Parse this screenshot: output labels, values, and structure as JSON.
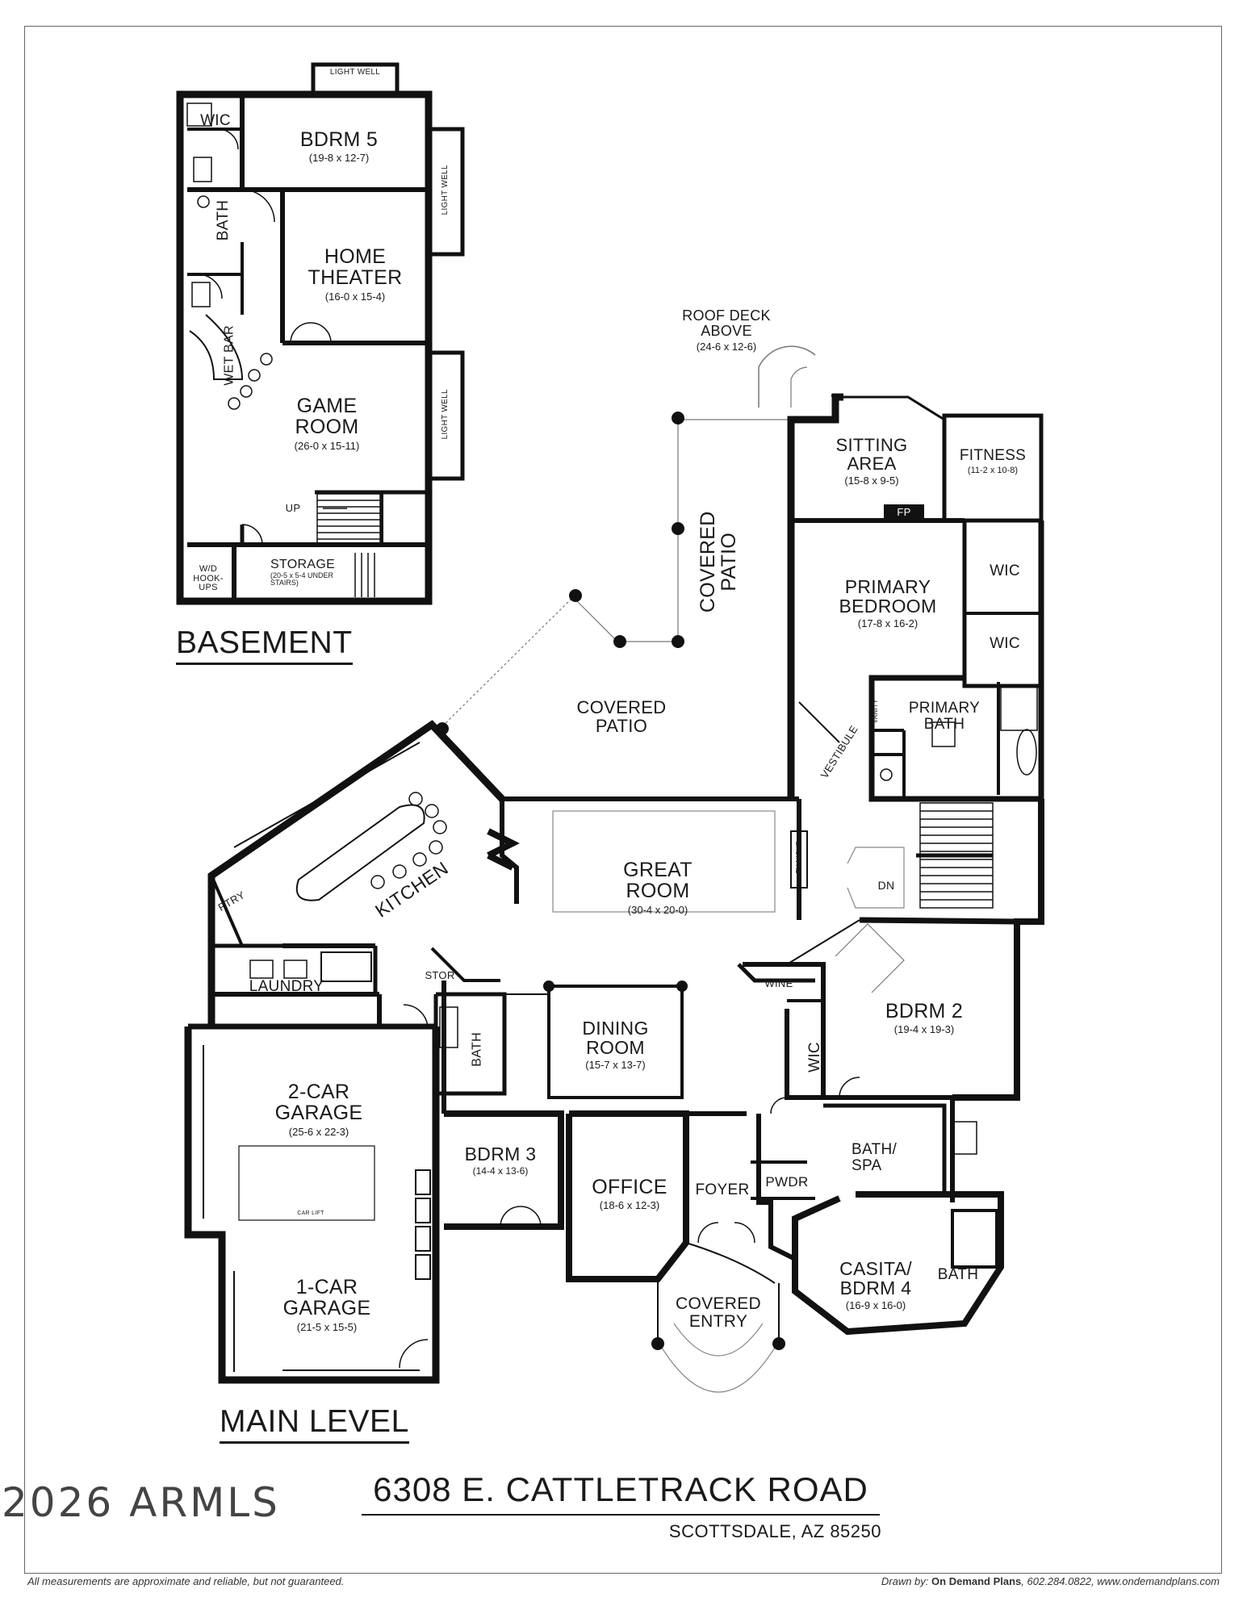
{
  "basement": {
    "title": "BASEMENT",
    "rooms": {
      "light_well_top": "LIGHT WELL",
      "wic": "WIC",
      "bdrm5": {
        "name": "BDRM 5",
        "dims": "(19-8 x 12-7)"
      },
      "light_well_1": "LIGHT WELL",
      "bath": "BATH",
      "theater": {
        "name": "HOME THEATER",
        "dims": "(16-0 x 15-4)"
      },
      "wet_bar": "WET BAR",
      "game": {
        "name": "GAME ROOM",
        "dims": "(26-0 x 15-11)"
      },
      "light_well_2": "LIGHT WELL",
      "up": "UP",
      "wd": "W/D HOOK-UPS",
      "storage": {
        "name": "STORAGE",
        "dims": "(20-5 x 5-4 UNDER STAIRS)"
      }
    }
  },
  "main_level": {
    "title": "MAIN LEVEL",
    "rooms": {
      "roof_deck": {
        "name": "ROOF DECK ABOVE",
        "dims": "(24-6 x 12-6)"
      },
      "sitting": {
        "name": "SITTING AREA",
        "dims": "(15-8 x 9-5)"
      },
      "fitness": {
        "name": "FITNESS",
        "dims": "(11-2 x 10-8)"
      },
      "fp": "FP",
      "covered_patio_right": "COVERED PATIO",
      "primary_bedroom": {
        "name": "PRIMARY BEDROOM",
        "dims": "(17-8 x 16-2)"
      },
      "wic_top": "WIC",
      "wic_bottom": "WIC",
      "covered_patio_center": "COVERED PATIO",
      "primary_bath": "PRIMARY BATH",
      "vanity": "VANITY",
      "vestibule": "VESTIBULE",
      "tv_niche": "TV NICHE",
      "great_room": {
        "name": "GREAT ROOM",
        "dims": "(30-4 x 20-0)"
      },
      "dn": "DN",
      "kitchen": "KITCHEN",
      "ptry": "PTRY",
      "laundry": "LAUNDRY",
      "stor": "STOR",
      "wine": "WINE",
      "bdrm2": {
        "name": "BDRM 2",
        "dims": "(19-4 x 19-3)"
      },
      "bath_small": "BATH",
      "dining": {
        "name": "DINING ROOM",
        "dims": "(15-7 x 13-7)"
      },
      "wic_bdrm2": "WIC",
      "garage2": {
        "name": "2-CAR GARAGE",
        "dims": "(25-6 x 22-3)"
      },
      "car_lift": "CAR LIFT",
      "bdrm3": {
        "name": "BDRM 3",
        "dims": "(14-4 x 13-6)"
      },
      "bath_spa": "BATH/ SPA",
      "office": {
        "name": "OFFICE",
        "dims": "(18-6 x 12-3)"
      },
      "foyer": "FOYER",
      "pwdr": "PWDR",
      "casita": {
        "name": "CASITA/ BDRM 4",
        "dims": "(16-9 x 16-0)"
      },
      "bath_casita": "BATH",
      "garage1": {
        "name": "1-CAR GARAGE",
        "dims": "(21-5 x 15-5)"
      },
      "covered_entry": "COVERED ENTRY"
    }
  },
  "address": {
    "street": "6308 E. CATTLETRACK ROAD",
    "city": "SCOTTSDALE, AZ 85250"
  },
  "watermark": "2026 ARMLS",
  "footer": {
    "disclaimer": "All measurements are approximate and reliable, but not guaranteed.",
    "drawn_by_label": "Drawn by:",
    "company": "On Demand Plans",
    "contact": ", 602.284.0822, www.ondemandplans.com"
  }
}
